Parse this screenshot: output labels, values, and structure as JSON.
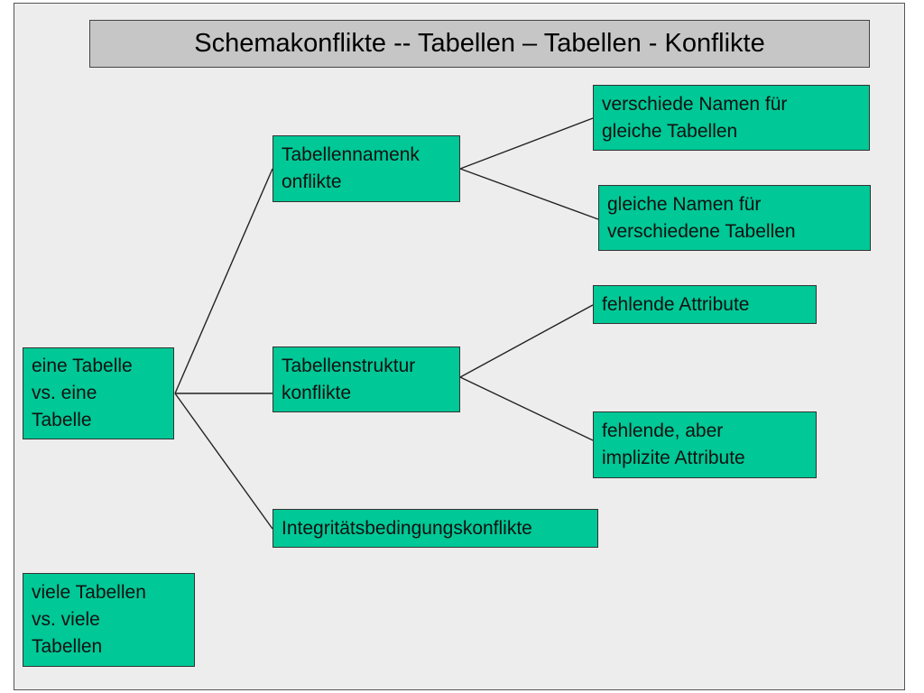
{
  "title": "Schemakonflikte -- Tabellen – Tabellen - Konflikte",
  "nodes": {
    "root_one": "eine Tabelle\nvs. eine\nTabelle",
    "root_many": "viele Tabellen\nvs. viele\nTabellen",
    "name_conflicts": "Tabellennamenk\nonflikte",
    "structure_conflicts": "Tabellenstruktur\nkonflikte",
    "integrity_conflicts": "Integritätsbedingungskonflikte",
    "different_names": "verschiede Namen für\ngleiche Tabellen",
    "same_names": "gleiche Namen für\nverschiedene Tabellen",
    "missing_attributes": "fehlende Attribute",
    "implicit_attributes": "fehlende, aber\nimplizite Attribute"
  },
  "colors": {
    "node_fill": "#00c896",
    "title_fill": "#c6c6c6",
    "background": "#ededed"
  }
}
